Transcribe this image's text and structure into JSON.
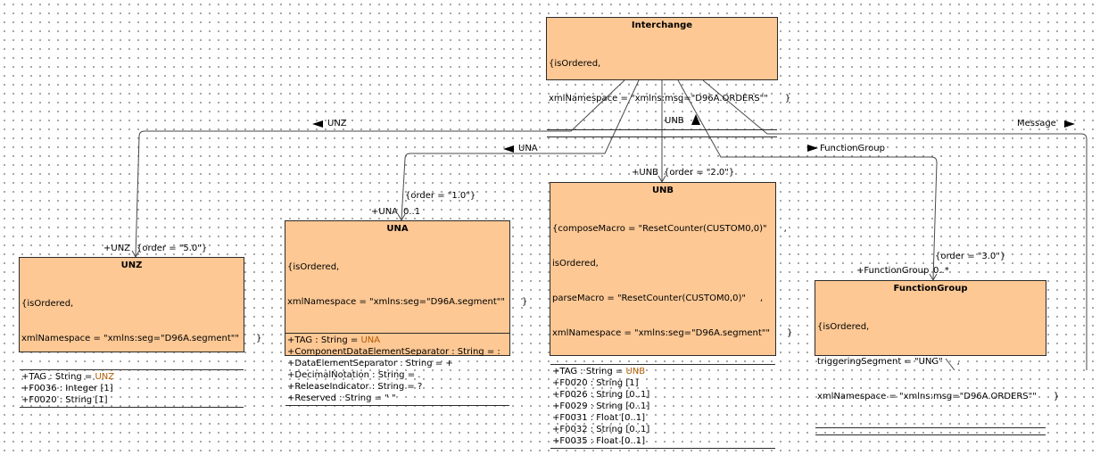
{
  "classes": {
    "interchange": {
      "name": "Interchange",
      "tags": [
        "{isOrdered,",
        "xmlNamespace = \"xmlns:msg=\"D96A.ORDERS\"\"      }"
      ],
      "attributes": []
    },
    "unz": {
      "name": "UNZ",
      "tags": [
        "{isOrdered,",
        "xmlNamespace = \"xmlns:seg=\"D96A.segment\"\"      }"
      ],
      "attributes": [
        {
          "text": "+TAG : String = ",
          "value": "UNZ"
        },
        {
          "text": "+F0036 : Integer [1]",
          "value": ""
        },
        {
          "text": "+F0020 : String [1]",
          "value": ""
        }
      ]
    },
    "una": {
      "name": "UNA",
      "tags": [
        "{isOrdered,",
        "xmlNamespace = \"xmlns:seg=\"D96A.segment\"\"      }"
      ],
      "attributes": [
        {
          "text": "+TAG : String = ",
          "value": "UNA"
        },
        {
          "text": "+ComponentDataElementSeparator : String = :",
          "value": ""
        },
        {
          "text": "+DataElementSeparator : String = +",
          "value": ""
        },
        {
          "text": "+DecimalNotation : String = .",
          "value": ""
        },
        {
          "text": "+ReleaseIndicator : String = ?",
          "value": ""
        },
        {
          "text": "+Reserved : String = \" \"",
          "value": ""
        }
      ]
    },
    "unb": {
      "name": "UNB",
      "tags": [
        "{composeMacro = \"ResetCounter(CUSTOM0,0)\"      ,",
        "isOrdered,",
        "parseMacro = \"ResetCounter(CUSTOM0,0)\"     ,",
        "xmlNamespace = \"xmlns:seg=\"D96A.segment\"\"      }"
      ],
      "attributes": [
        {
          "text": "+TAG : String = ",
          "value": "UNB"
        },
        {
          "text": "+F0020 : String [1]",
          "value": ""
        },
        {
          "text": "+F0026 : String [0..1]",
          "value": ""
        },
        {
          "text": "+F0029 : String [0..1]",
          "value": ""
        },
        {
          "text": "+F0031 : Float [0..1]",
          "value": ""
        },
        {
          "text": "+F0032 : String [0..1]",
          "value": ""
        },
        {
          "text": "+F0035 : Float [0..1]",
          "value": ""
        }
      ]
    },
    "functiongroup": {
      "name": "FunctionGroup",
      "tags": [
        "{isOrdered,",
        "triggeringSegment = \"UNG\"     ,",
        "xmlNamespace = \"xmlns:msg=\"D96A.ORDERS\"\"      }"
      ],
      "attributes": []
    }
  },
  "labels": {
    "unz_assoc": "UNZ",
    "una_assoc": "UNA",
    "unb_assoc": "UNB",
    "fg_assoc": "FunctionGroup",
    "message_assoc": "Message",
    "unz_role": "+UNZ",
    "unz_order": "{order = \"5.0\"}",
    "una_order": "{order = \"1.0\"}",
    "una_role": "+UNA",
    "una_mult": "0..1",
    "unb_role": "+UNB",
    "unb_order": "{order = \"2.0\"}",
    "fg_order": "{order = \"3.0\"}",
    "fg_role": "+FunctionGroup",
    "fg_mult": "0..*"
  },
  "colors": {
    "class_fill": "#fdc894",
    "value_text": "#b35a00"
  }
}
